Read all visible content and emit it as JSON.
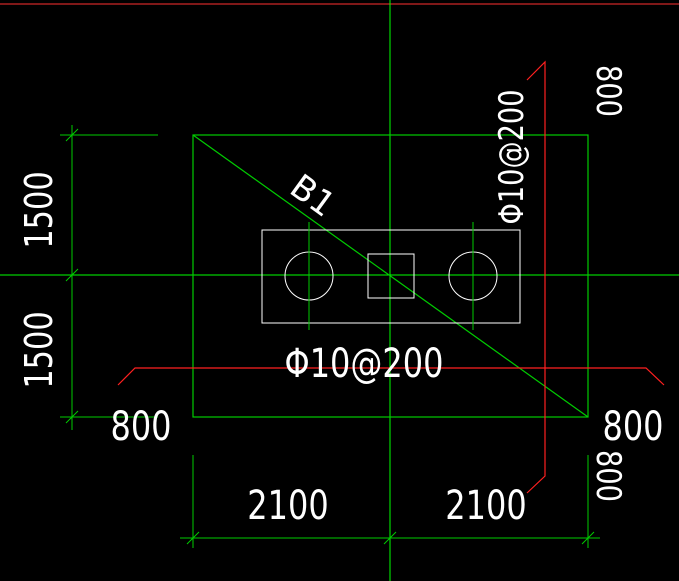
{
  "colors": {
    "background": "#000000",
    "axis": "#00ff00",
    "outline": "#00cc00",
    "dimension": "#00cc00",
    "rebar": "#ff2020",
    "text": "#ffffff"
  },
  "slab": {
    "label": "B1"
  },
  "dimensions": {
    "left_upper": "1500",
    "left_lower": "1500",
    "left_overhang": "800",
    "right_overhang": "800",
    "top_overhang": "800",
    "bottom_overhang": "800",
    "bottom_left": "2100",
    "bottom_right": "2100"
  },
  "reinforcement": {
    "horizontal": "Φ10@200",
    "vertical": "Φ10@200"
  }
}
